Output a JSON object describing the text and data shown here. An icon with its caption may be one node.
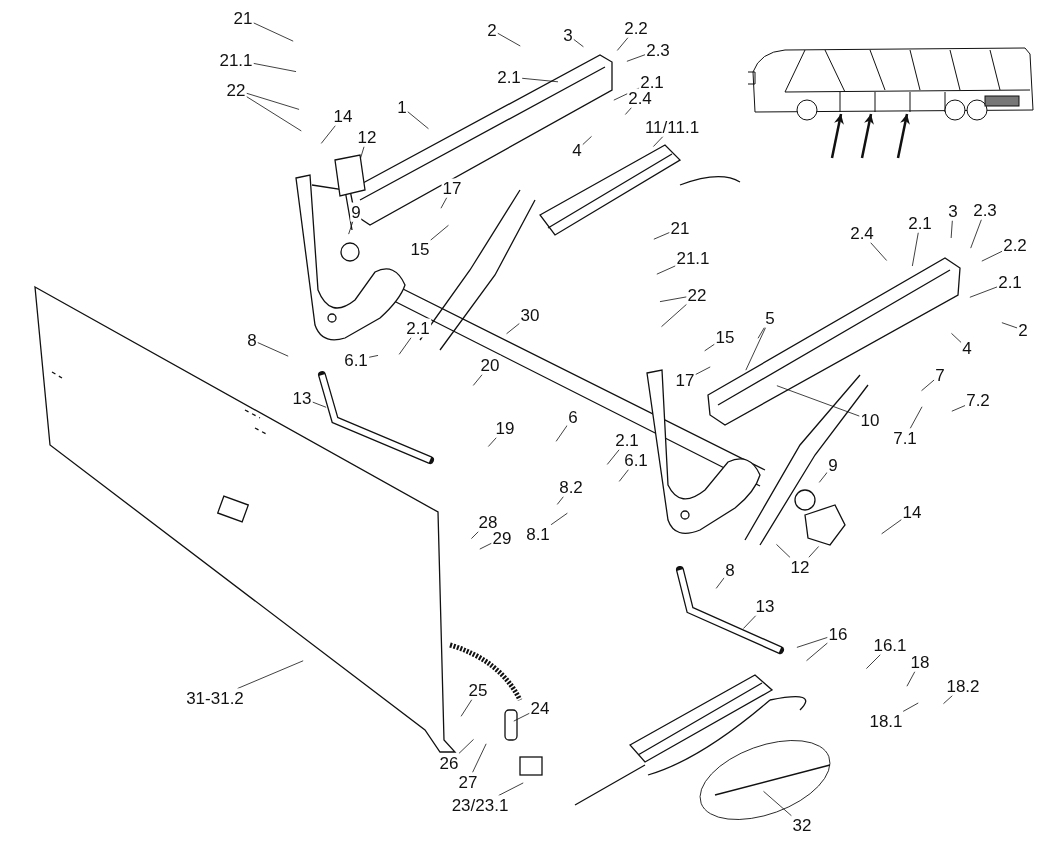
{
  "diagram": {
    "nodes": [
      {
        "text": [
          "21"
        ]
      },
      {
        "text": [
          "2"
        ]
      },
      {
        "text": [
          "3"
        ]
      },
      {
        "text": [
          "2.2"
        ]
      },
      {
        "text": [
          "2.3"
        ]
      },
      {
        "text": [],
        "shape": "picture"
      },
      {
        "text": [
          "21.1"
        ]
      },
      {
        "text": [
          "2.1"
        ]
      },
      {
        "text": [
          "2.1"
        ]
      },
      {
        "text": [
          "22"
        ]
      },
      {
        "text": [
          "2.4"
        ]
      },
      {
        "text": [
          "1"
        ]
      },
      {
        "text": [
          "14"
        ]
      },
      {
        "text": [
          "11/11.1"
        ]
      },
      {
        "text": [
          "12"
        ]
      },
      {
        "text": [
          "4"
        ]
      },
      {
        "text": [
          "17"
        ]
      },
      {
        "text": [
          "9"
        ]
      },
      {
        "text": [
          "2.4"
        ]
      },
      {
        "text": [
          "2.1"
        ]
      },
      {
        "text": [
          "3"
        ]
      },
      {
        "text": [
          "2.3"
        ]
      },
      {
        "text": [
          "21"
        ]
      },
      {
        "text": [
          "15"
        ]
      },
      {
        "text": [
          "2.2"
        ]
      },
      {
        "text": [
          "21.1"
        ]
      },
      {
        "text": [
          "2.1"
        ]
      },
      {
        "text": [
          "22"
        ]
      },
      {
        "text": [
          "30"
        ]
      },
      {
        "text": [
          "5"
        ]
      },
      {
        "text": [
          "2.1"
        ]
      },
      {
        "text": [
          "2"
        ]
      },
      {
        "text": [
          "15"
        ]
      },
      {
        "text": [
          "8"
        ]
      },
      {
        "text": [
          "4"
        ]
      },
      {
        "text": [
          "6.1"
        ]
      },
      {
        "text": [
          "20"
        ]
      },
      {
        "text": [
          "7"
        ]
      },
      {
        "text": [
          "17"
        ]
      },
      {
        "text": [
          "13"
        ]
      },
      {
        "text": [
          "7.2"
        ]
      },
      {
        "text": [
          "10"
        ]
      },
      {
        "text": [
          "6"
        ]
      },
      {
        "text": [
          "19"
        ]
      },
      {
        "text": [
          "7.1"
        ]
      },
      {
        "text": [
          "2.1"
        ]
      },
      {
        "text": [
          "6.1"
        ]
      },
      {
        "text": [
          "9"
        ]
      },
      {
        "text": [
          "8.2"
        ]
      },
      {
        "text": [
          "14"
        ]
      },
      {
        "text": [
          "28"
        ]
      },
      {
        "text": [
          "8.1"
        ]
      },
      {
        "text": [
          "29"
        ]
      },
      {
        "text": [
          "12"
        ]
      },
      {
        "text": [
          "8"
        ]
      },
      {
        "text": [
          "13"
        ]
      },
      {
        "text": [
          "16"
        ]
      },
      {
        "text": [
          "16.1"
        ]
      },
      {
        "text": [
          "18"
        ]
      },
      {
        "text": [
          "18.2"
        ]
      },
      {
        "text": [
          "31-31.2"
        ]
      },
      {
        "text": [
          "25"
        ]
      },
      {
        "text": [
          "24"
        ]
      },
      {
        "text": [
          "18.1"
        ]
      },
      {
        "text": [
          "26"
        ]
      },
      {
        "text": [
          "27"
        ]
      },
      {
        "text": [
          "23/23.1"
        ]
      },
      {
        "text": [
          "32"
        ]
      }
    ],
    "edges": [
      {
        "from": 0,
        "to": null,
        "arrow": "none"
      },
      {
        "from": 1,
        "to": null,
        "arrow": "none"
      },
      {
        "from": 2,
        "to": null,
        "arrow": "none"
      },
      {
        "from": 3,
        "to": null,
        "arrow": "none"
      },
      {
        "from": 4,
        "to": null,
        "arrow": "none"
      },
      {
        "from": 6,
        "to": null,
        "arrow": "none"
      },
      {
        "from": 7,
        "to": null,
        "arrow": "none"
      },
      {
        "from": 8,
        "to": null,
        "arrow": "none"
      },
      {
        "from": 9,
        "to": null,
        "arrow": "none"
      },
      {
        "from": 9,
        "to": null,
        "arrow": "none"
      },
      {
        "from": 10,
        "to": null,
        "arrow": "none"
      },
      {
        "from": 11,
        "to": null,
        "arrow": "none"
      },
      {
        "from": 12,
        "to": null,
        "arrow": "none"
      },
      {
        "from": 13,
        "to": null,
        "arrow": "none"
      },
      {
        "from": 14,
        "to": null,
        "arrow": "none"
      },
      {
        "from": 15,
        "to": null,
        "arrow": "none"
      },
      {
        "from": 16,
        "to": null,
        "arrow": "none"
      },
      {
        "from": 17,
        "to": null,
        "arrow": "none"
      },
      {
        "from": 18,
        "to": null,
        "arrow": "none"
      },
      {
        "from": 19,
        "to": null,
        "arrow": "none"
      },
      {
        "from": 20,
        "to": null,
        "arrow": "none"
      },
      {
        "from": 21,
        "to": null,
        "arrow": "none"
      },
      {
        "from": 22,
        "to": null,
        "arrow": "none"
      },
      {
        "from": 23,
        "to": null,
        "arrow": "none"
      },
      {
        "from": 24,
        "to": null,
        "arrow": "none"
      },
      {
        "from": 25,
        "to": null,
        "arrow": "none"
      },
      {
        "from": 26,
        "to": null,
        "arrow": "none"
      },
      {
        "from": 27,
        "to": null,
        "arrow": "none"
      },
      {
        "from": 27,
        "to": null,
        "arrow": "none"
      },
      {
        "from": 28,
        "to": null,
        "arrow": "none"
      },
      {
        "from": 29,
        "to": null,
        "arrow": "none"
      },
      {
        "from": 29,
        "to": null,
        "arrow": "none"
      },
      {
        "from": 30,
        "to": null,
        "arrow": "none"
      },
      {
        "from": 31,
        "to": null,
        "arrow": "none"
      },
      {
        "from": 32,
        "to": null,
        "arrow": "none"
      },
      {
        "from": 33,
        "to": null,
        "arrow": "none"
      },
      {
        "from": 34,
        "to": null,
        "arrow": "none"
      },
      {
        "from": 35,
        "to": null,
        "arrow": "none"
      },
      {
        "from": 36,
        "to": null,
        "arrow": "none"
      },
      {
        "from": 37,
        "to": null,
        "arrow": "none"
      },
      {
        "from": 38,
        "to": null,
        "arrow": "none"
      },
      {
        "from": 39,
        "to": null,
        "arrow": "none"
      },
      {
        "from": 40,
        "to": null,
        "arrow": "none"
      },
      {
        "from": 41,
        "to": null,
        "arrow": "none"
      },
      {
        "from": 42,
        "to": null,
        "arrow": "none"
      },
      {
        "from": 43,
        "to": null,
        "arrow": "none"
      },
      {
        "from": 44,
        "to": null,
        "arrow": "none"
      },
      {
        "from": 45,
        "to": null,
        "arrow": "none"
      },
      {
        "from": 46,
        "to": null,
        "arrow": "none"
      },
      {
        "from": 47,
        "to": null,
        "arrow": "none"
      },
      {
        "from": 48,
        "to": null,
        "arrow": "none"
      },
      {
        "from": 49,
        "to": null,
        "arrow": "none"
      },
      {
        "from": 50,
        "to": null,
        "arrow": "none"
      },
      {
        "from": 51,
        "to": null,
        "arrow": "none"
      },
      {
        "from": 52,
        "to": null,
        "arrow": "none"
      },
      {
        "from": 53,
        "to": null,
        "arrow": "none"
      },
      {
        "from": 53,
        "to": null,
        "arrow": "none"
      },
      {
        "from": 54,
        "to": null,
        "arrow": "none"
      },
      {
        "from": 55,
        "to": null,
        "arrow": "none"
      },
      {
        "from": 56,
        "to": null,
        "arrow": "none"
      },
      {
        "from": 56,
        "to": null,
        "arrow": "none"
      },
      {
        "from": 57,
        "to": null,
        "arrow": "none"
      },
      {
        "from": 58,
        "to": null,
        "arrow": "none"
      },
      {
        "from": 59,
        "to": null,
        "arrow": "none"
      },
      {
        "from": 60,
        "to": null,
        "arrow": "none"
      },
      {
        "from": 61,
        "to": null,
        "arrow": "none"
      },
      {
        "from": 62,
        "to": null,
        "arrow": "none"
      },
      {
        "from": 63,
        "to": null,
        "arrow": "none"
      },
      {
        "from": 64,
        "to": null,
        "arrow": "none"
      },
      {
        "from": 65,
        "to": null,
        "arrow": "none"
      },
      {
        "from": 66,
        "to": null,
        "arrow": "none"
      },
      {
        "from": 67,
        "to": null,
        "arrow": "none"
      },
      {
        "from": null,
        "to": 5,
        "arrow": "to",
        "style": "thick"
      },
      {
        "from": null,
        "to": 5,
        "arrow": "to",
        "style": "thick"
      },
      {
        "from": null,
        "to": 5,
        "arrow": "to",
        "style": "thick"
      }
    ]
  }
}
